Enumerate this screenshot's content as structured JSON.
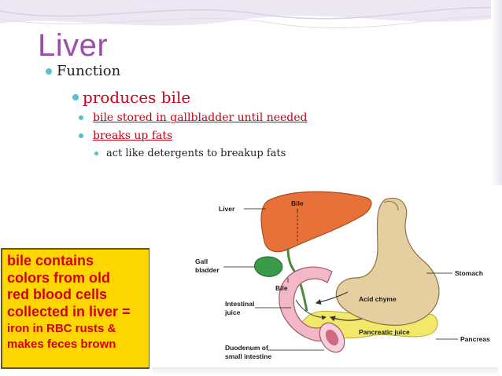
{
  "slide": {
    "title": "Liver",
    "bullets": {
      "function": "Function",
      "produces_bile": "produces bile",
      "bile_stored": "bile stored in gallbladder until needed",
      "breaks_up_fats": "breaks up fats",
      "detergents": "act like detergents to breakup fats"
    },
    "callout": {
      "lines_big": [
        "bile contains",
        "colors from old",
        "red blood cells",
        "collected in liver ="
      ],
      "lines_small": [
        "iron in RBC rusts &",
        "makes feces brown"
      ]
    },
    "diagram": {
      "labels": {
        "liver": "Liver",
        "bile_top": "Bile",
        "gall": "Gall",
        "bladder": "bladder",
        "bile_mid": "Bile",
        "intestinal": "Intestinal",
        "juice": "juice",
        "duodenum": "Duodenum of",
        "small_intestine": "small intestine",
        "acid_chyme": "Acid chyme",
        "pancreatic_juice": "Pancreatic juice",
        "stomach": "Stomach",
        "pancreas": "Pancreas"
      }
    },
    "colors": {
      "title": "#9b4fa8",
      "bullet_dot": "#5bbecd",
      "highlight_text": "#d0021b",
      "callout_bg": "#ffd700",
      "liver": "#e8713a",
      "stomach": "#e5cfa0",
      "pancreas": "#f2e96a",
      "gallbladder": "#3a9c4a",
      "duodenum": "#f2b8c6"
    }
  }
}
